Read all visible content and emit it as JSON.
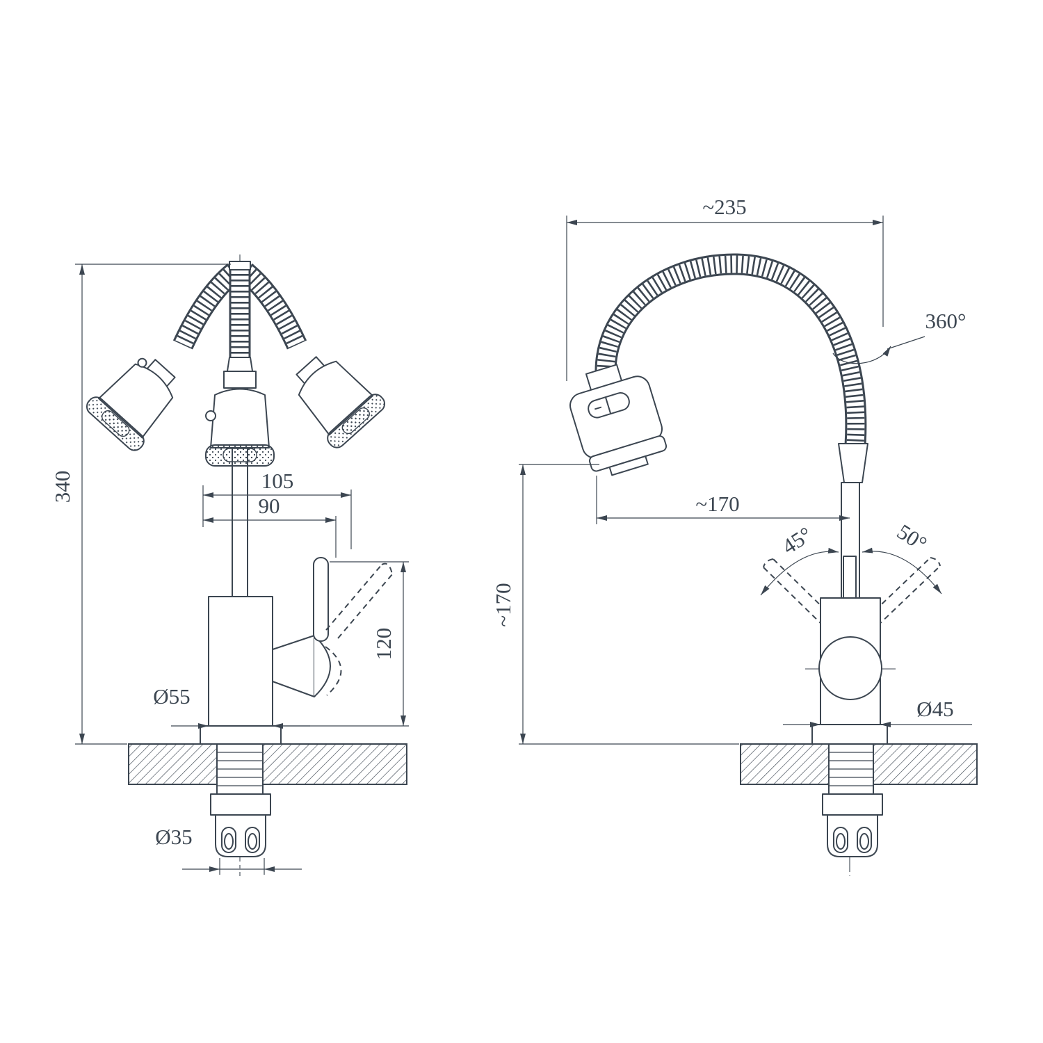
{
  "colors": {
    "line": "#3c4651",
    "background": "#ffffff"
  },
  "front_view": {
    "height_overall": "340",
    "spout_offset": "105",
    "handle_offset": "90",
    "handle_height": "120",
    "base_diameter": "Ø55",
    "mount_diameter": "Ø35"
  },
  "side_view": {
    "width_overall": "~235",
    "swivel_angle": "360°",
    "spout_reach": "~170",
    "spout_height": "~170",
    "handle_tilt_left": "45°",
    "handle_tilt_right": "50°",
    "base_diameter": "Ø45"
  }
}
